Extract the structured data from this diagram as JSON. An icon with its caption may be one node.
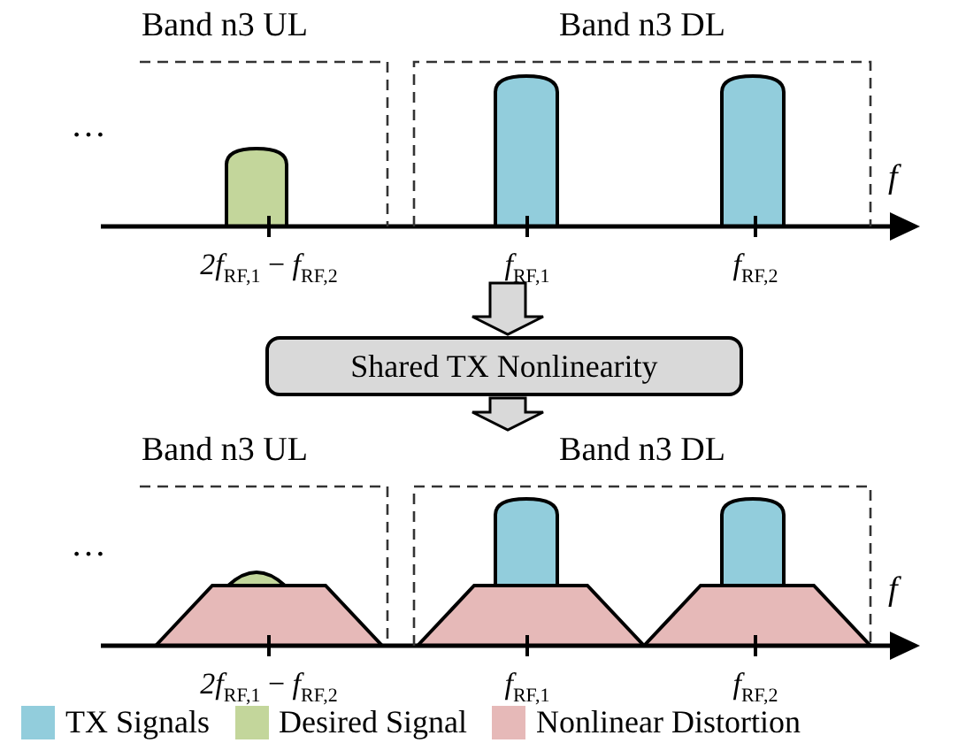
{
  "diagram": {
    "nodes": [
      {
        "text": [
          "Band n3 UL"
        ]
      },
      {
        "text": [
          "Band n3 DL"
        ]
      },
      {
        "text": [
          "Shared TX Nonlinearity"
        ]
      },
      {
        "text": [
          "Band n3 UL"
        ]
      },
      {
        "text": [
          "Band n3 DL"
        ]
      }
    ],
    "edges": [
      {
        "from": null,
        "to": 2,
        "arrow": "to"
      },
      {
        "from": 2,
        "to": 4,
        "arrow": "to"
      }
    ],
    "labels": [
      "…",
      "f",
      "*2f*$_{RF,1}$ − *f*$_{RF,2}$",
      "*f*$_{RF,1}$",
      "*f*$_{RF,2}$",
      "…",
      "f",
      "*2f*$_{RF,1}$ − *f*$_{RF,2}$",
      "*f*$_{RF,1}$",
      "*f*$_{RF,2}$"
    ],
    "legend": [
      {
        "text": "TX Signals",
        "color": "#92cddc"
      },
      {
        "text": "Desired Signal",
        "color": "#c3d69b"
      },
      {
        "text": "Nonlinear Distortion",
        "color": "#e6b9b8"
      }
    ]
  }
}
